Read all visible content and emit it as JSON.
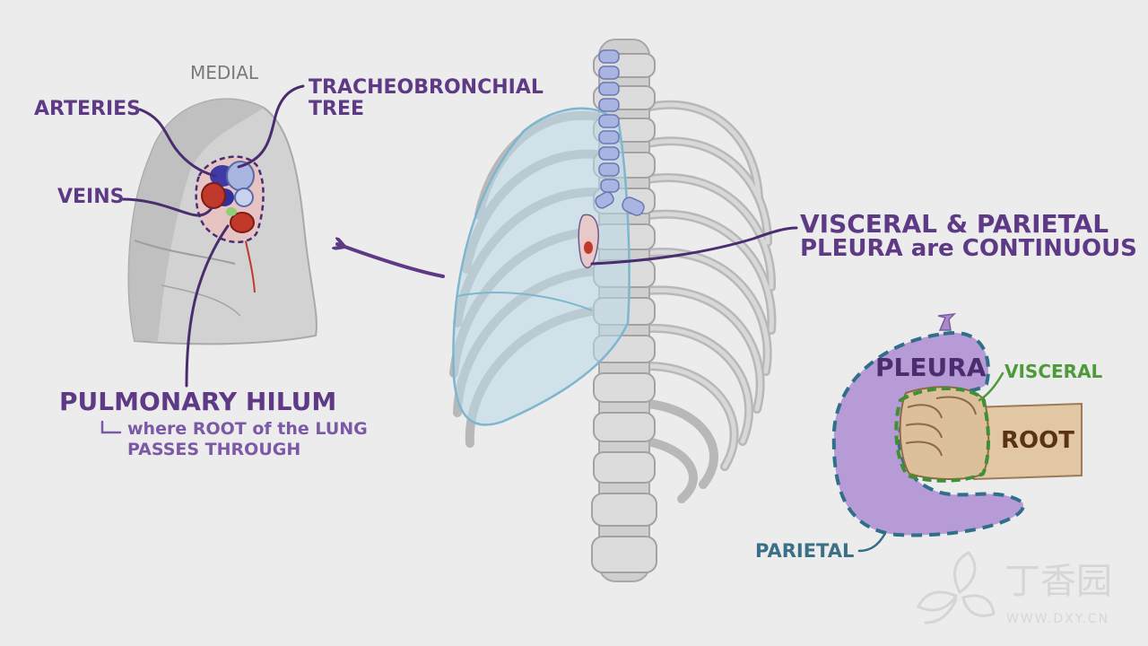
{
  "labels": {
    "medial": "MEDIAL",
    "arteries": "ARTERIES",
    "tracheobronchial_line1": "TRACHEOBRONCHIAL",
    "tracheobronchial_line2": "TREE",
    "veins": "VEINS",
    "pulmonary_hilum": "PULMONARY HILUM",
    "hilum_note_line1": "where ROOT of the LUNG",
    "hilum_note_line2": "PASSES THROUGH",
    "pleura_continuous_line1": "VISCERAL & PARIETAL",
    "pleura_continuous_line2": "PLEURA are CONTINUOUS",
    "pleura": "PLEURA",
    "visceral": "VISCERAL",
    "root": "ROOT",
    "parietal": "PARIETAL"
  },
  "watermark": {
    "brand": "丁香园",
    "url": "WWW.DXY.CN"
  },
  "colors": {
    "background": "#ececec",
    "label_purple": "#5e3a86",
    "pleura_fill": "#b79bd6",
    "parietal_dash": "#2f6f8a",
    "visceral_dash": "#3f8f34",
    "lung_blue": "#b9d8e8",
    "artery_red": "#c0392b",
    "bronchus_blue": "#a9b6e0"
  }
}
